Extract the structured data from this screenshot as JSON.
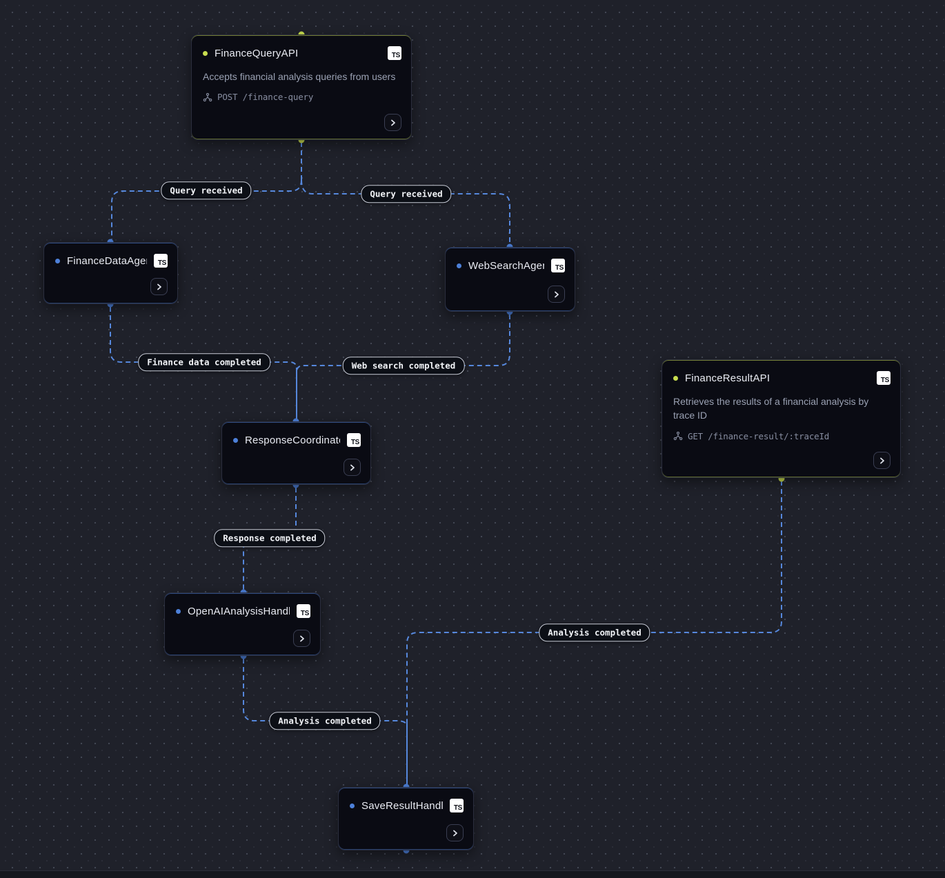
{
  "canvas": {
    "type": "workflow-diagram",
    "background_color": "#1f212a",
    "grid": "dot-grid"
  },
  "colors": {
    "edge": "#5688dd",
    "api_accent": "#c8dd4f",
    "event_accent": "#4d80d9",
    "node_background": "#0a0b13",
    "label_pill_background": "#0c0f16",
    "label_pill_border": "#c9cdd8"
  },
  "nodes": [
    {
      "title": "FinanceQueryAPI",
      "type": "api",
      "language_badge": "TS",
      "description": "Accepts financial analysis queries from users",
      "endpoint": "POST /finance-query"
    },
    {
      "title": "FinanceDataAgent",
      "type": "event",
      "language_badge": "TS"
    },
    {
      "title": "WebSearchAgent",
      "type": "event",
      "language_badge": "TS"
    },
    {
      "title": "ResponseCoordinator",
      "type": "event",
      "language_badge": "TS"
    },
    {
      "title": "FinanceResultAPI",
      "type": "api",
      "language_badge": "TS",
      "description": "Retrieves the results of a financial analysis by trace ID",
      "endpoint": "GET /finance-result/:traceId"
    },
    {
      "title": "OpenAIAnalysisHandler",
      "type": "event",
      "language_badge": "TS"
    },
    {
      "title": "SaveResultHandler",
      "type": "event",
      "language_badge": "TS"
    }
  ],
  "edges": [
    {
      "label": "Query received",
      "from": "FinanceQueryAPI",
      "to": "FinanceDataAgent"
    },
    {
      "label": "Query received",
      "from": "FinanceQueryAPI",
      "to": "WebSearchAgent"
    },
    {
      "label": "Finance data completed",
      "from": "FinanceDataAgent",
      "to": "ResponseCoordinator"
    },
    {
      "label": "Web search completed",
      "from": "WebSearchAgent",
      "to": "ResponseCoordinator"
    },
    {
      "label": "Response completed",
      "from": "ResponseCoordinator",
      "to": "OpenAIAnalysisHandler"
    },
    {
      "label": "Analysis completed",
      "from": "FinanceResultAPI",
      "to": "SaveResultHandler"
    },
    {
      "label": "Analysis completed",
      "from": "OpenAIAnalysisHandler",
      "to": "SaveResultHandler"
    }
  ]
}
